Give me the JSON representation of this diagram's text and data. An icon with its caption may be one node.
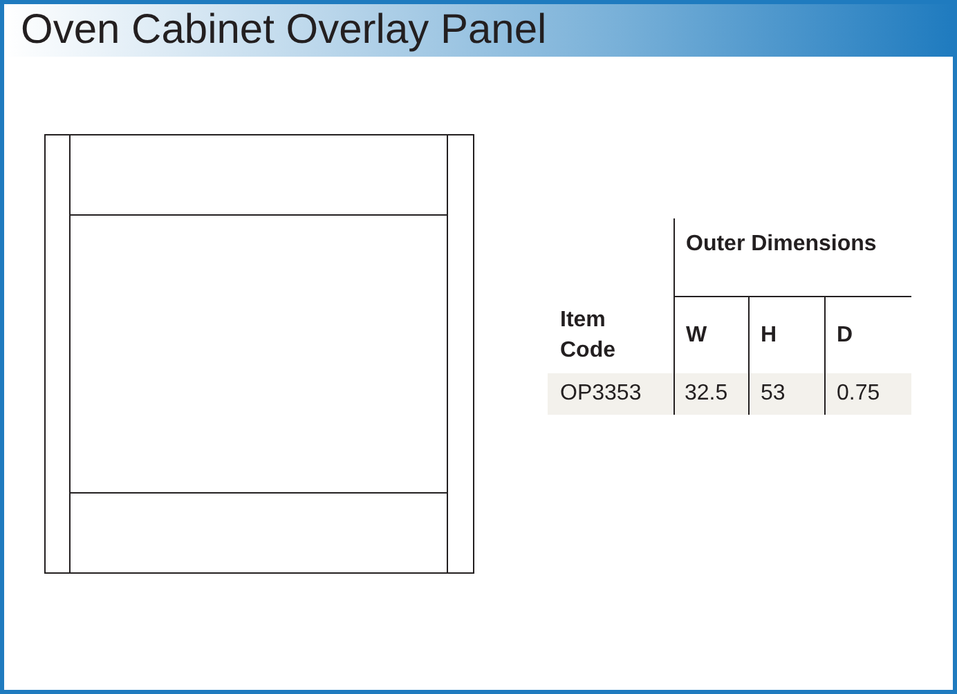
{
  "diagram": {
    "title": "Oven Cabinet Overlay Panel",
    "labels": [
      "Outer Dimensions",
      "Item Code",
      "W",
      "H",
      "D",
      "OP3353",
      "32.5",
      "53",
      "0.75"
    ]
  }
}
